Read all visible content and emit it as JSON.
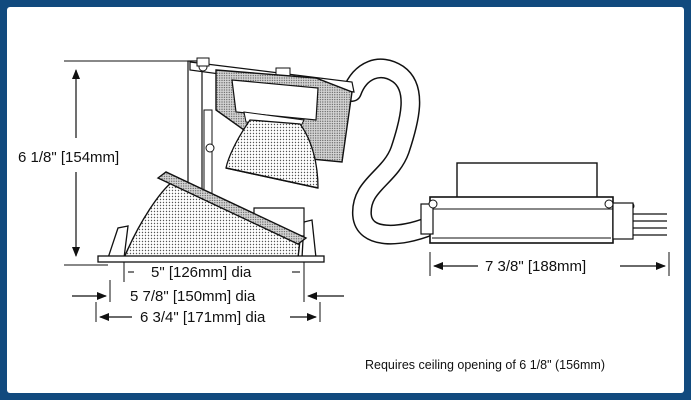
{
  "dimensions": {
    "height": "6 1/8\" [154mm]",
    "aperture": "5\" [126mm] dia",
    "trim_inner": "5 7/8\" [150mm] dia",
    "trim_outer": "6 3/4\" [171mm] dia",
    "driver_length": "7 3/8\" [188mm]"
  },
  "note": "Requires ceiling opening of 6 1/8\" (156mm)",
  "colors": {
    "frame": "#114a7e",
    "panel": "#ffffff",
    "line": "#111111",
    "stipple": "#9a9a9a"
  }
}
